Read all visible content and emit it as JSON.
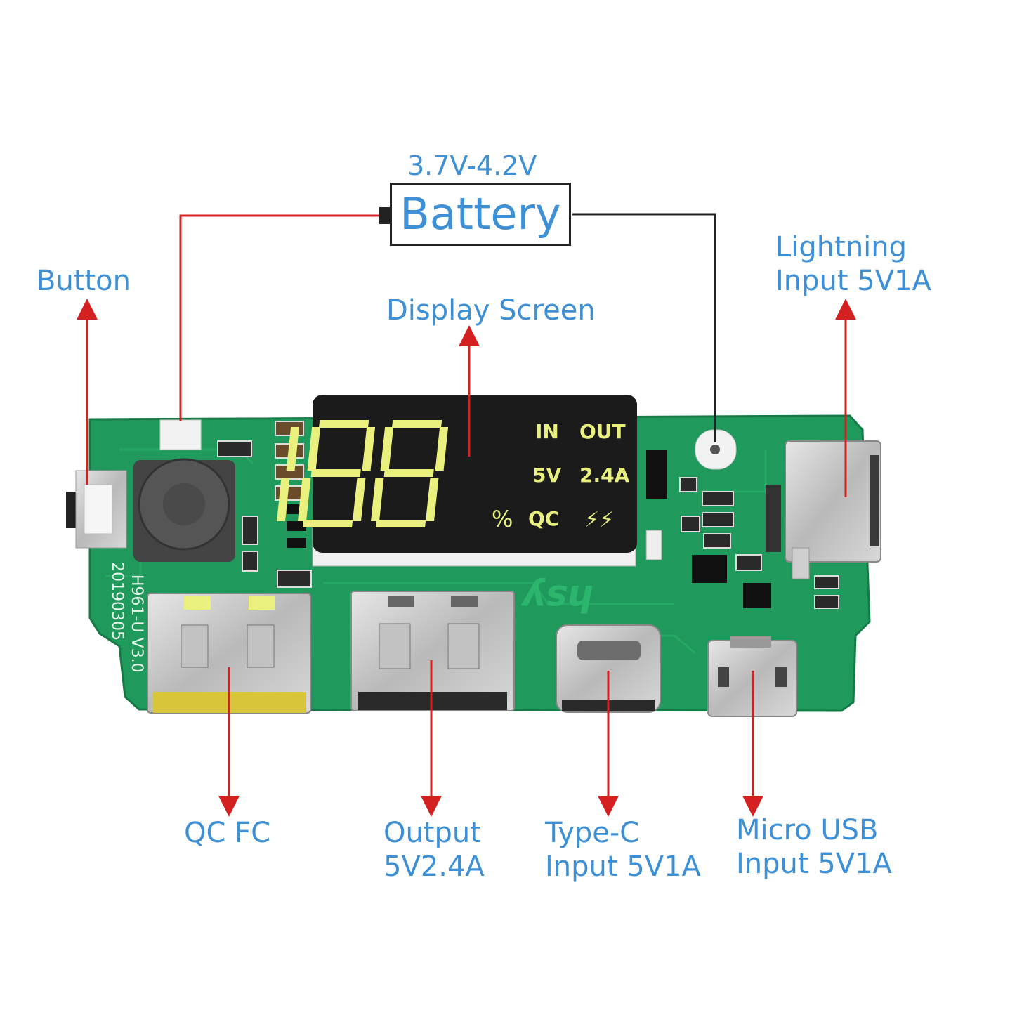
{
  "labels": {
    "battery_voltage": "3.7V-4.2V",
    "battery": "Battery",
    "button": "Button",
    "display_screen": "Display Screen",
    "lightning": [
      "Lightning",
      "Input 5V1A"
    ],
    "qc_fc": "QC FC",
    "output": [
      "Output",
      "5V2.4A"
    ],
    "typec": [
      "Type-C",
      "Input 5V1A"
    ],
    "micro_usb": [
      "Micro USB",
      "Input 5V1A"
    ]
  },
  "display": {
    "digits": "188",
    "percent": "%",
    "in": "IN",
    "out": "OUT",
    "volt": "5V",
    "amp": "2.4A",
    "qc": "QC",
    "bolts": "⚡⚡"
  },
  "board_markings": {
    "model": "H961-U V3.0",
    "date": "20190305"
  },
  "colors": {
    "label_text": "#3d8fd6",
    "arrow_red": "#d42020",
    "wire_black": "#222222",
    "pcb_green": "#1f9a5c",
    "display_digits": "#e9f07e",
    "display_body": "#1b1b1b"
  }
}
